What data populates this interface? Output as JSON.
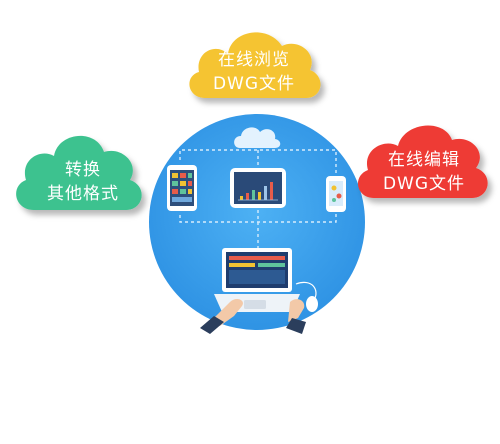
{
  "clouds": {
    "top": {
      "line1": "在线浏览",
      "line2": "DWG文件",
      "color": "#f5c430"
    },
    "left": {
      "line1": "转换",
      "line2": "其他格式",
      "color": "#3dc28f"
    },
    "right": {
      "line1": "在线编辑",
      "line2": "DWG文件",
      "color": "#ee3b34"
    }
  },
  "colors": {
    "circle": "#3aa0ec",
    "network_line": "#cfe8fb",
    "small_cloud": "#dff0fd",
    "device_frame": "#ffffff",
    "screen_bg": "#1f3d6e"
  },
  "icons": [
    "cloud-icon",
    "tablet-icon",
    "monitor-icon",
    "phone-icon",
    "laptop-icon",
    "hands-icon",
    "mouse-icon"
  ]
}
